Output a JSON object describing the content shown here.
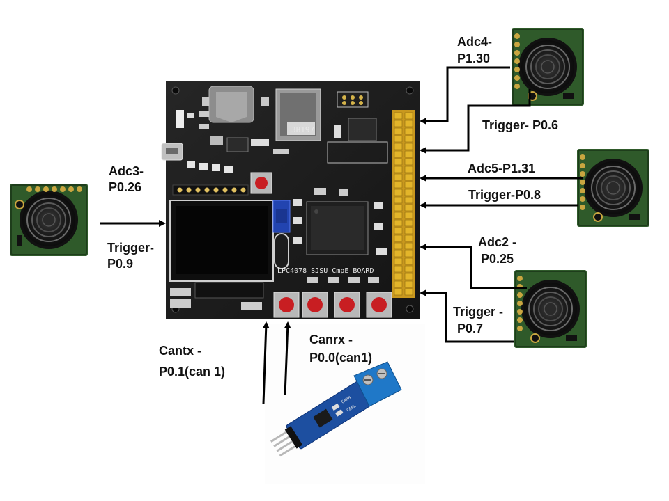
{
  "board": {
    "silkscreen": "LPC4078 SJSU CmpE BOARD",
    "sd_label": "3B197"
  },
  "can_module": {
    "silk_h": "CANH",
    "silk_l": "CANL"
  },
  "labels": {
    "adc3_l1": "Adc3-",
    "adc3_l2": "P0.26",
    "trig_left_l1": "Trigger-",
    "trig_left_l2": "P0.9",
    "adc4_l1": "Adc4-",
    "adc4_l2": "P1.30",
    "trig_p06": "Trigger- P0.6",
    "adc5": "Adc5-P1.31",
    "trig_p08": "Trigger-P0.8",
    "adc2_l1": "Adc2 -",
    "adc2_l2": "P0.25",
    "trig_p07_l1": "Trigger -",
    "trig_p07_l2": "P0.7",
    "cantx_l1": "Cantx -",
    "cantx_l2": "P0.1(can 1)",
    "canrx_l1": "Canrx -",
    "canrx_l2": "P0.0(can1)"
  },
  "colors": {
    "pcb": "#1c1c1c",
    "header_pins": "#e3b52a",
    "sensor_pcb": "#2f5a2a",
    "can_pcb": "#1d4fa0",
    "terminal_block": "#1f78c8",
    "button_red": "#c81e22"
  }
}
